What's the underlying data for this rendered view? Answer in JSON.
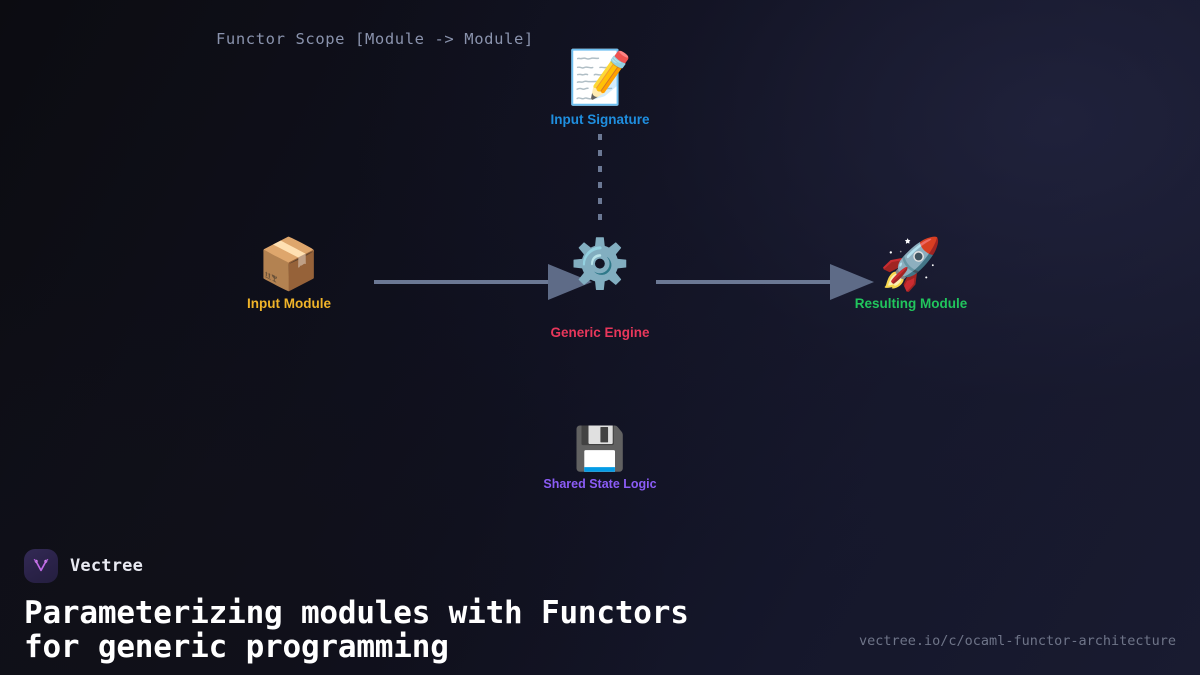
{
  "diagram": {
    "scope_title": "Functor Scope [Module -> Module]",
    "nodes": [
      {
        "id": "input-signature",
        "label": "Input Signature",
        "icon": "memo-icon",
        "glyph": "📝",
        "color": "#1f8fe0"
      },
      {
        "id": "input-module",
        "label": "Input Module",
        "icon": "package-box-icon",
        "glyph": "📦",
        "color": "#f0b429"
      },
      {
        "id": "generic-engine",
        "label": "Generic Engine",
        "icon": "gear-icon",
        "glyph": "⚙️",
        "color": "#e8375b"
      },
      {
        "id": "resulting-module",
        "label": "Resulting Module",
        "icon": "rocket-icon",
        "glyph": "🚀",
        "color": "#21c55d"
      },
      {
        "id": "shared-state-logic",
        "label": "Shared State Logic",
        "icon": "floppy-disk-icon",
        "glyph": "💾",
        "color": "#8b5cf6"
      }
    ],
    "edges": [
      {
        "id": "input-module-to-engine",
        "from": "input-module",
        "to": "generic-engine",
        "style": "solid-arrow"
      },
      {
        "id": "engine-to-resulting-module",
        "from": "generic-engine",
        "to": "resulting-module",
        "style": "solid-arrow"
      },
      {
        "id": "signature-to-engine",
        "from": "input-signature",
        "to": "generic-engine",
        "style": "dashed"
      }
    ],
    "edge_color": "#6b7894"
  },
  "footer": {
    "brand_name": "Vectree",
    "headline_line1": "Parameterizing modules with Functors",
    "headline_line2": "for generic programming",
    "url": "vectree.io/c/ocaml-functor-architecture",
    "brand_accent": "#c06ae8"
  }
}
